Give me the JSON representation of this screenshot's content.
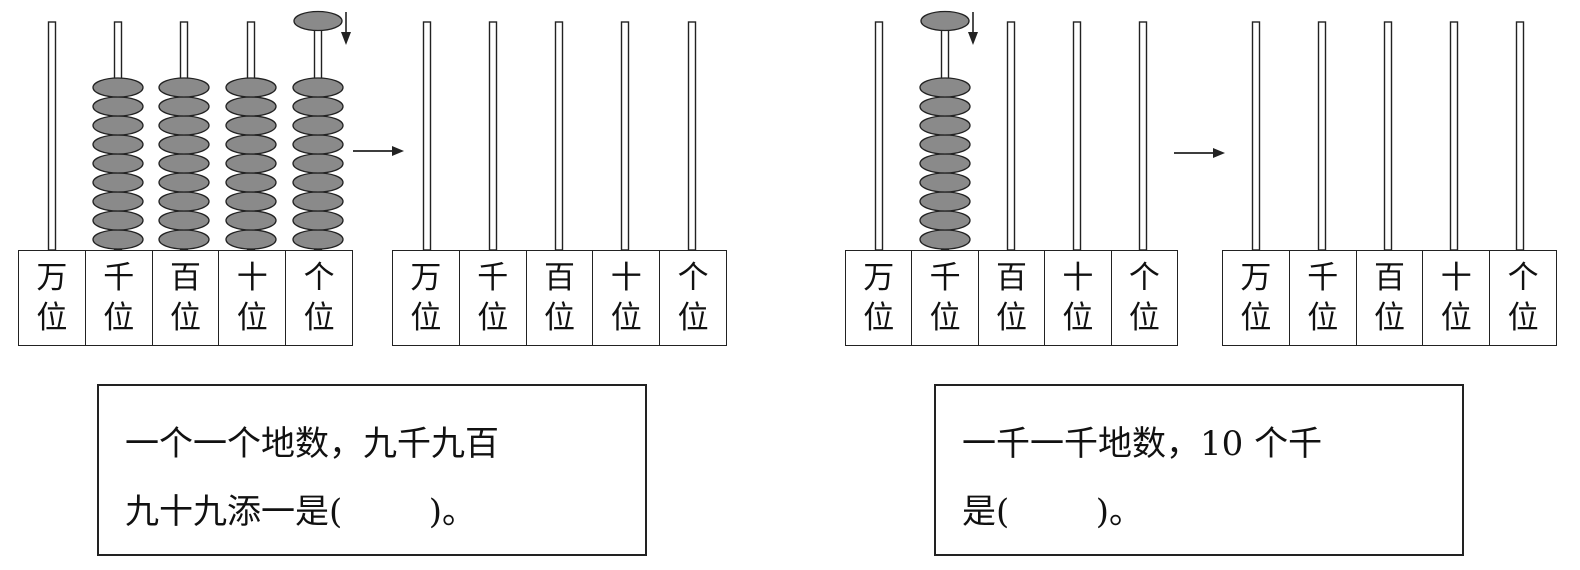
{
  "panels": [
    {
      "before": {
        "places": [
          {
            "name": "万",
            "suffix": "位",
            "beads": 0
          },
          {
            "name": "千",
            "suffix": "位",
            "beads": 9
          },
          {
            "name": "百",
            "suffix": "位",
            "beads": 9
          },
          {
            "name": "十",
            "suffix": "位",
            "beads": 9
          },
          {
            "name": "个",
            "suffix": "位",
            "beads": 9
          }
        ],
        "added_bead_place": "个"
      },
      "after": {
        "places": [
          {
            "name": "万",
            "suffix": "位",
            "beads": 0
          },
          {
            "name": "千",
            "suffix": "位",
            "beads": 0
          },
          {
            "name": "百",
            "suffix": "位",
            "beads": 0
          },
          {
            "name": "十",
            "suffix": "位",
            "beads": 0
          },
          {
            "name": "个",
            "suffix": "位",
            "beads": 0
          }
        ]
      },
      "question": {
        "line1": "一个一个地数，九千九百",
        "line2": "九十九添一是(        )。"
      }
    },
    {
      "before": {
        "places": [
          {
            "name": "万",
            "suffix": "位",
            "beads": 0
          },
          {
            "name": "千",
            "suffix": "位",
            "beads": 9
          },
          {
            "name": "百",
            "suffix": "位",
            "beads": 0
          },
          {
            "name": "十",
            "suffix": "位",
            "beads": 0
          },
          {
            "name": "个",
            "suffix": "位",
            "beads": 0
          }
        ],
        "added_bead_place": "千"
      },
      "after": {
        "places": [
          {
            "name": "万",
            "suffix": "位",
            "beads": 0
          },
          {
            "name": "千",
            "suffix": "位",
            "beads": 0
          },
          {
            "name": "百",
            "suffix": "位",
            "beads": 0
          },
          {
            "name": "十",
            "suffix": "位",
            "beads": 0
          },
          {
            "name": "个",
            "suffix": "位",
            "beads": 0
          }
        ]
      },
      "question": {
        "line1": "一千一千地数，10 个千",
        "line2": "是(        )。"
      }
    }
  ],
  "colors": {
    "bead_fill": "#8a8a8a",
    "line": "#222222"
  }
}
